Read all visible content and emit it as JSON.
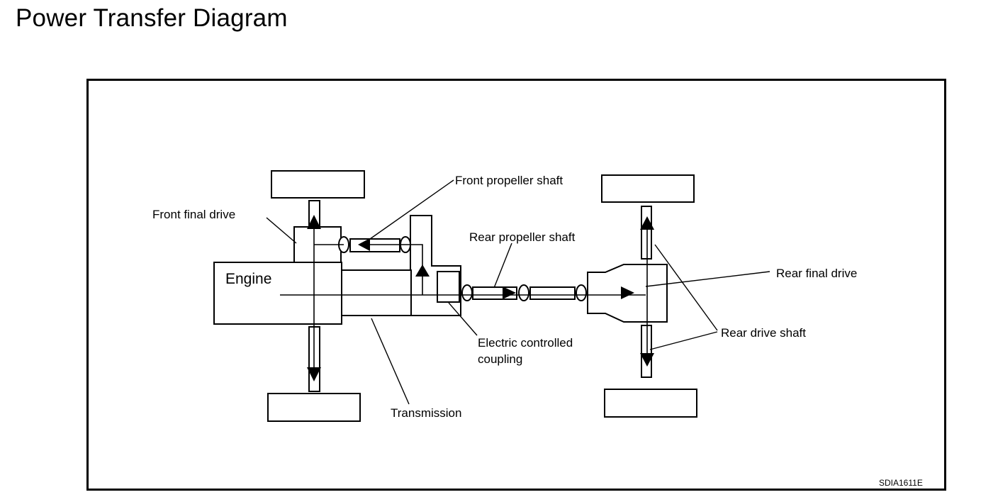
{
  "title": "Power Transfer Diagram",
  "labels": {
    "front_propeller_shaft": "Front propeller shaft",
    "front_final_drive": "Front final drive",
    "rear_propeller_shaft": "Rear propeller shaft",
    "engine": "Engine",
    "rear_final_drive": "Rear final drive",
    "rear_drive_shaft": "Rear drive shaft",
    "electric_coupling_line1": "Electric controlled",
    "electric_coupling_line2": "coupling",
    "transmission": "Transmission"
  },
  "figure_code": "SDIA1611E"
}
